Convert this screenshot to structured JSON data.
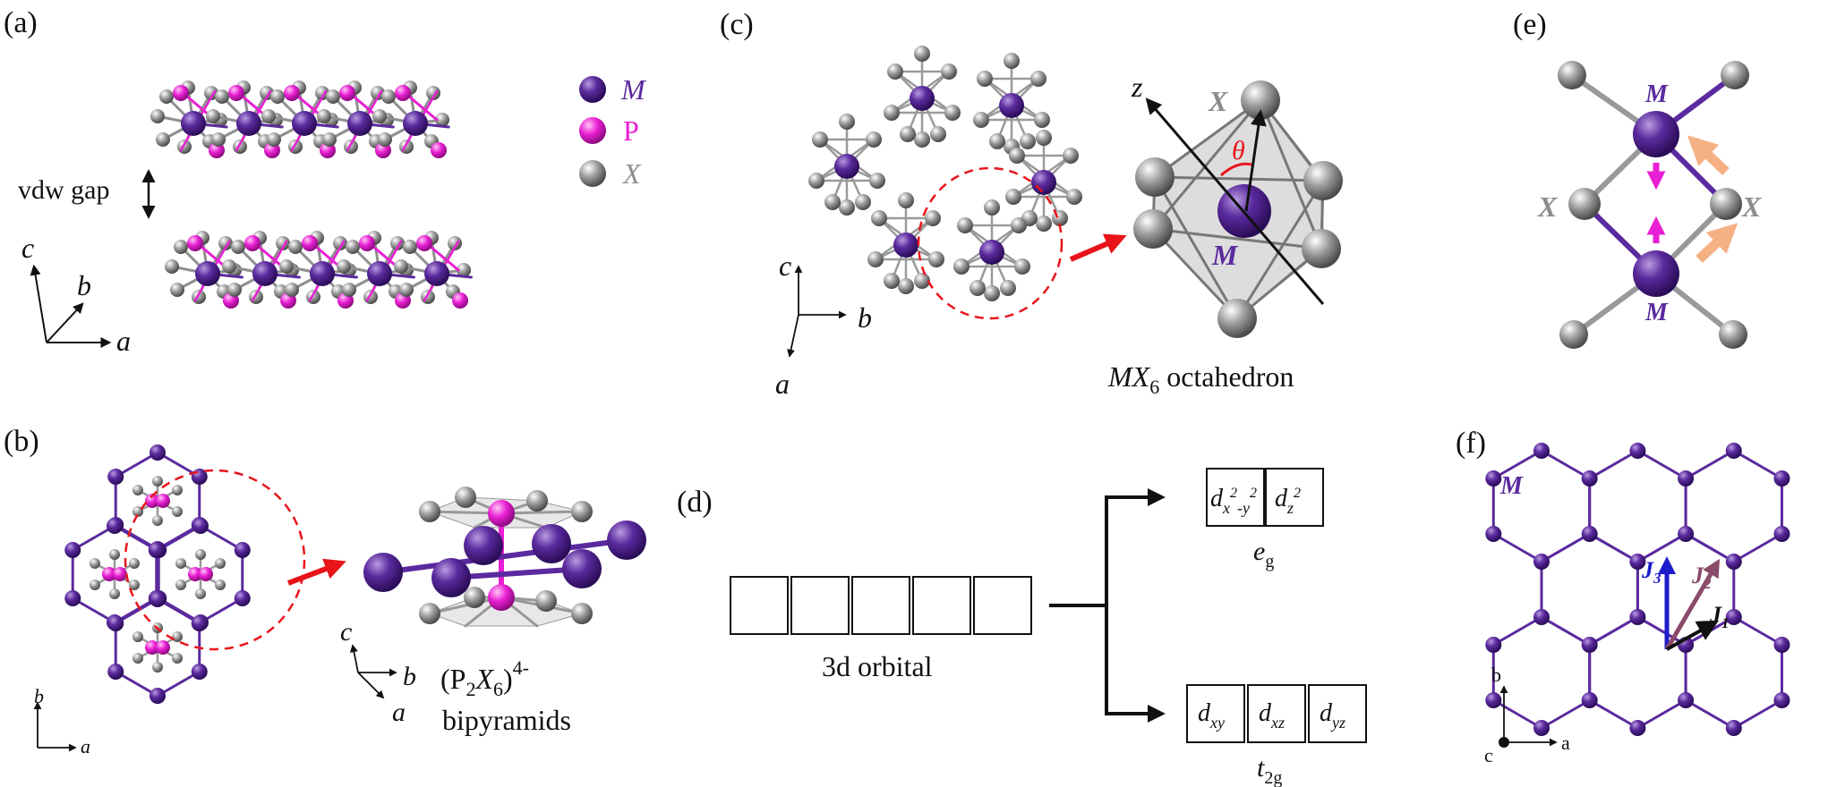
{
  "panels": {
    "a": {
      "tag": "(a)",
      "legend": {
        "m": "M",
        "p": "P",
        "x": "X"
      },
      "gap_label": "vdw gap",
      "axes": {
        "c": "c",
        "b": "b",
        "a": "a"
      }
    },
    "b": {
      "tag": "(b)",
      "axes_small": {
        "b": "b",
        "a": "a"
      },
      "axes_3d": {
        "c": "c",
        "b": "b",
        "a": "a"
      },
      "caption_line1": "(P",
      "caption_sub1": "2",
      "caption_x": "X",
      "caption_sub2": "6",
      "caption_close": ")",
      "caption_sup": "4-",
      "caption_line2": "bipyramids"
    },
    "c": {
      "tag": "(c)",
      "axes": {
        "c": "c",
        "b": "b",
        "a": "a"
      },
      "octa_labels": {
        "z": "z",
        "x": "X",
        "theta": "θ",
        "m": "M"
      },
      "caption_mx": "MX",
      "caption_sub": "6",
      "caption_rest": " octahedron"
    },
    "d": {
      "tag": "(d)",
      "orbital_label": "3d orbital",
      "eg": {
        "name": "e",
        "sub": "g",
        "boxes": [
          "dx²-y²",
          "dz²"
        ]
      },
      "t2g": {
        "name": "t",
        "sub": "2g",
        "boxes": [
          "dxy",
          "dxz",
          "dyz"
        ]
      }
    },
    "e": {
      "tag": "(e)",
      "labels": {
        "m_top": "M",
        "m_bottom": "M",
        "x_left": "X",
        "x_right": "X"
      }
    },
    "f": {
      "tag": "(f)",
      "m_label": "M",
      "j_labels": {
        "j1": "J",
        "j1_sub": "1",
        "j2": "J",
        "j2_sub": "2",
        "j3": "J",
        "j3_sub": "3"
      },
      "axes": {
        "b": "b",
        "a": "a",
        "c": "c"
      }
    }
  },
  "colors": {
    "metal": "#5b2a9e",
    "phosphorus": "#e91fd3",
    "chalcogen": "#8c8c8c",
    "arrow_red": "#e8141a",
    "arrow_orange": "#f5b083",
    "j1": "#111111",
    "j2": "#8a4a6a",
    "j3": "#1c1ccc"
  }
}
